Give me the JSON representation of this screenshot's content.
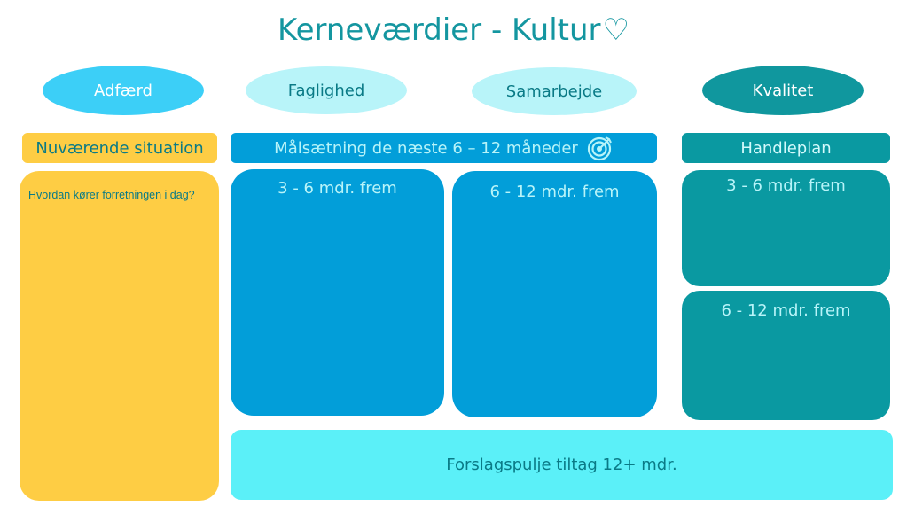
{
  "title": {
    "text": "Kerneværdier - Kultur",
    "heart": "♡"
  },
  "values": [
    {
      "label": "Adfærd",
      "bg": "#3ccff7",
      "color": "#ffffff"
    },
    {
      "label": "Faglighed",
      "bg": "#b8f4f9",
      "color": "#0a7a86"
    },
    {
      "label": "Samarbejde",
      "bg": "#b8f4f9",
      "color": "#0a7a86"
    },
    {
      "label": "Kvalitet",
      "bg": "#10979e",
      "color": "#ffffff"
    }
  ],
  "current": {
    "header": "Nuværende situation",
    "question": "Hvordan kører forretningen i dag?",
    "color": "#fecd44"
  },
  "goals": {
    "header": "Målsætning de næste 6 – 12 måneder",
    "icon": "target-icon",
    "panel_short": "3 - 6 mdr. frem",
    "panel_long": "6 - 12 mdr. frem",
    "color": "#029ed9"
  },
  "plan": {
    "header": "Handleplan",
    "panel_short": "3 - 6 mdr. frem",
    "panel_long": "6 - 12 mdr. frem",
    "color": "#0a99a1"
  },
  "pool": {
    "label": "Forslagspulje tiltag 12+ mdr.",
    "color": "#5bf0f8"
  }
}
